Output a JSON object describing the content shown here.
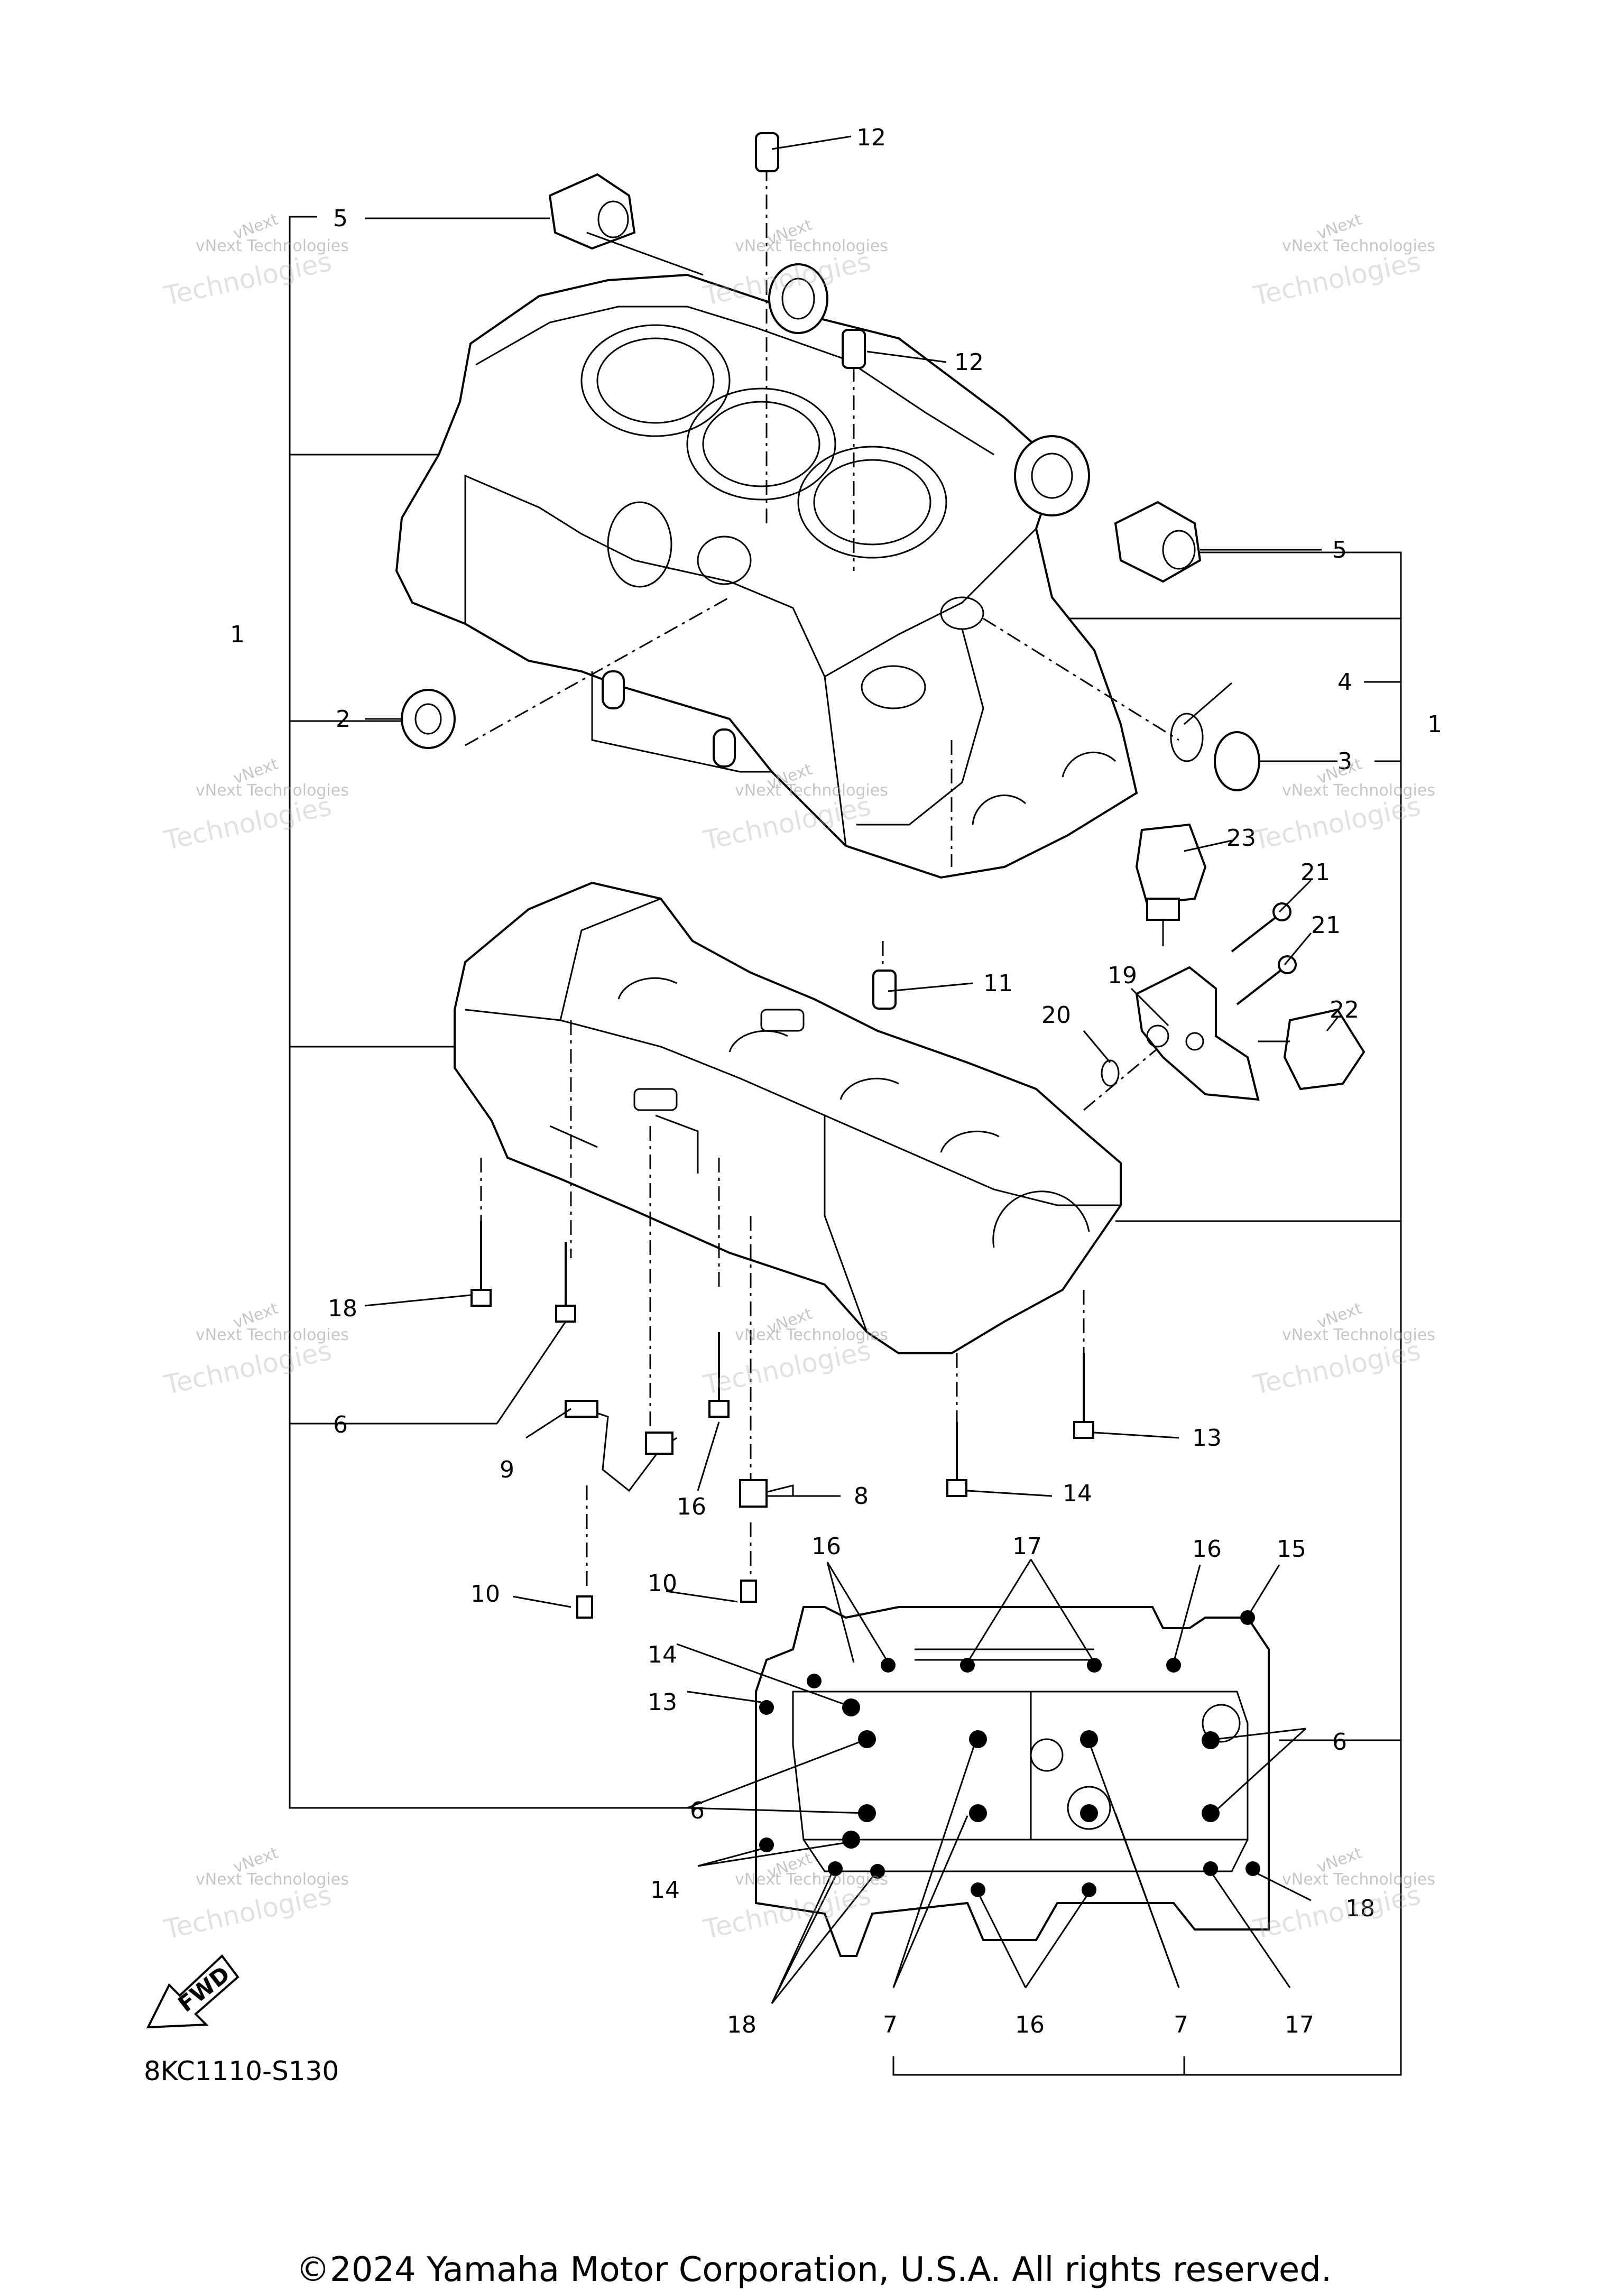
{
  "diagram": {
    "drawing_code": "8KC1110-S130",
    "fwd_label": "FWD",
    "copyright": "©2024 Yamaha Motor Corporation, U.S.A. All rights reserved.",
    "watermark_line1": "vNext",
    "watermark_line2": "vNext Technologies",
    "watermark_line3": "Technologies",
    "callouts": [
      "1",
      "1",
      "2",
      "3",
      "4",
      "5",
      "5",
      "6",
      "6",
      "6",
      "7",
      "7",
      "8",
      "9",
      "10",
      "10",
      "11",
      "12",
      "12",
      "13",
      "13",
      "14",
      "14",
      "14",
      "15",
      "16",
      "16",
      "16",
      "16",
      "17",
      "17",
      "18",
      "18",
      "18",
      "19",
      "20",
      "21",
      "21",
      "22",
      "23"
    ]
  }
}
